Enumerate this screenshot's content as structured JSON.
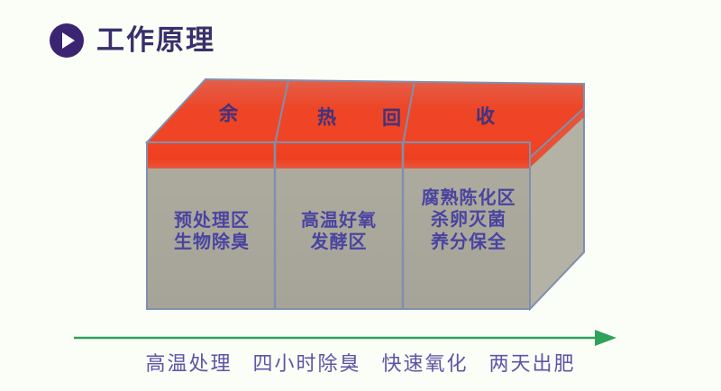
{
  "background_color": "#fbfdf7",
  "header": {
    "icon": "play-circle-icon",
    "title": "工作原理",
    "title_color": "#3a2f6b",
    "icon_color": "#3b2472"
  },
  "diagram": {
    "name": "heat-recovery-composting-box",
    "top_face": {
      "color_start": "#e8523a",
      "color_end": "#ef3d22",
      "label_color": "#3d3483",
      "labels": [
        "余",
        "热",
        "回",
        "收"
      ]
    },
    "body_color": "#a9a79b",
    "side_color": "#b2afa3",
    "edge_color": "#7f90ad",
    "zones": [
      {
        "name": "pretreatment-zone",
        "lines": [
          "预处理区",
          "生物除臭"
        ]
      },
      {
        "name": "high-temp-aerobic-fermentation-zone",
        "lines": [
          "高温好氧",
          "发酵区"
        ]
      },
      {
        "name": "maturation-aging-zone",
        "lines": [
          "腐熟陈化区",
          "杀卵灭菌",
          "养分保全"
        ]
      }
    ]
  },
  "footer": {
    "arrow_color": "#2fa15a",
    "text_color": "#5b55a6",
    "items": [
      "高温处理",
      "四小时除臭",
      "快速氧化",
      "两天出肥"
    ]
  }
}
